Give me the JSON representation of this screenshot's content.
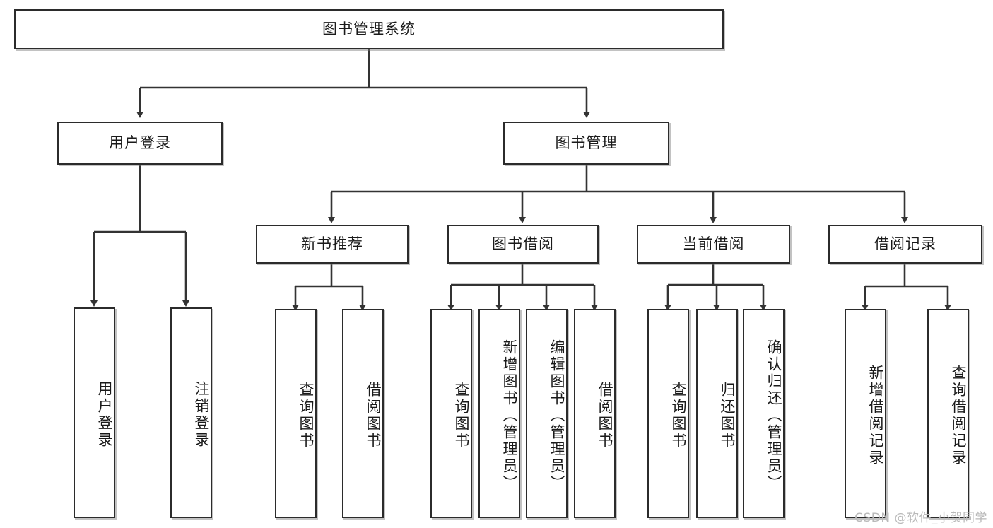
{
  "diagram": {
    "title": "图书管理系统",
    "type": "tree-hierarchy-diagram",
    "colors": {
      "box_border": "#2b2b2b",
      "box_fill": "#ffffff",
      "connector": "#333333",
      "text": "#1a1a1a",
      "watermark": "#b9b9b9",
      "background": "#ffffff"
    },
    "root": {
      "label": "图书管理系统"
    },
    "level2": [
      {
        "label": "用户登录"
      },
      {
        "label": "图书管理"
      }
    ],
    "level3": [
      {
        "label": "新书推荐"
      },
      {
        "label": "图书借阅"
      },
      {
        "label": "当前借阅"
      },
      {
        "label": "借阅记录"
      }
    ],
    "leaves": {
      "user_login": [
        {
          "label": "用户登录"
        },
        {
          "label": "注销登录"
        }
      ],
      "new_book_recommend": [
        {
          "label": "查询图书"
        },
        {
          "label": "借阅图书"
        }
      ],
      "book_borrow": [
        {
          "label": "查询图书"
        },
        {
          "label": "新增图书（管理员）"
        },
        {
          "label": "编辑图书（管理员）"
        },
        {
          "label": "借阅图书"
        }
      ],
      "current_borrow": [
        {
          "label": "查询图书"
        },
        {
          "label": "归还图书"
        },
        {
          "label": "确认归还（管理员）"
        }
      ],
      "borrow_record": [
        {
          "label": "新增借阅记录"
        },
        {
          "label": "查询借阅记录"
        }
      ]
    }
  },
  "watermark": {
    "text": "CSDN @软件_小贺同学"
  }
}
